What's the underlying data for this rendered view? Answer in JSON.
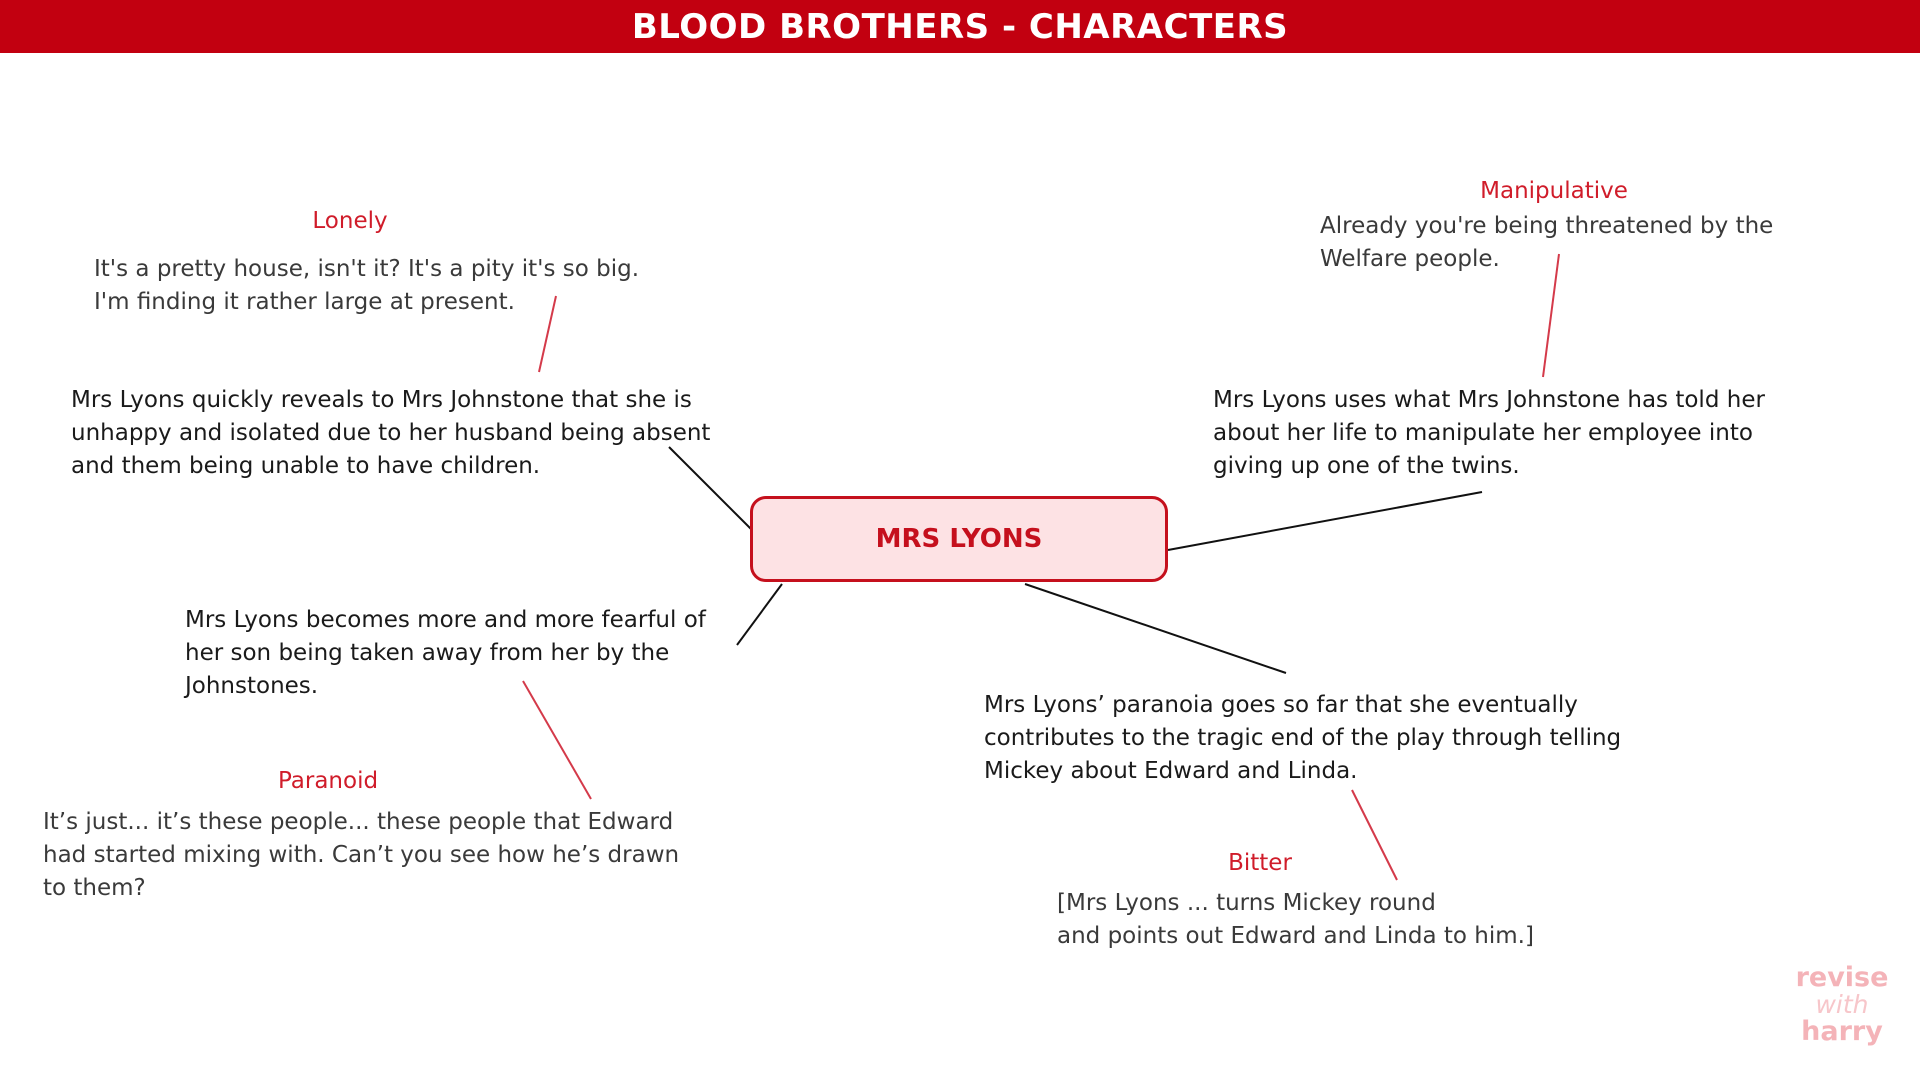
{
  "header": {
    "title": "BLOOD BROTHERS - CHARACTERS"
  },
  "center": {
    "label": "MRS LYONS"
  },
  "branches": [
    {
      "trait": "Lonely",
      "quote": "It's a pretty house, isn't it? It's a pity it's so big.\nI'm finding it rather large at present.",
      "description": "Mrs Lyons quickly reveals to Mrs Johnstone that she is unhappy and isolated due to her husband being absent and them being unable to have children."
    },
    {
      "trait": "Manipulative",
      "quote": "Already you're being threatened by the Welfare people.",
      "description": "Mrs Lyons uses what Mrs Johnstone has told her about her life to manipulate her employee into giving up one of the twins."
    },
    {
      "trait": "Paranoid",
      "quote": "It’s just... it’s these people... these people that Edward had started mixing with. Can’t you see how he’s drawn to them?",
      "description": "Mrs Lyons becomes more and more fearful of her son being taken away from her by the Johnstones."
    },
    {
      "trait": "Bitter",
      "quote": "[Mrs Lyons ... turns Mickey round\nand points out Edward and Linda to him.]",
      "description": "Mrs Lyons’ paranoia goes so far that she eventually contributes to the tragic end of the play through telling Mickey about Edward and Linda."
    }
  ],
  "watermark": {
    "line1": "revise",
    "line2": "with",
    "line3": "harry"
  },
  "colors": {
    "banner": "#c20010",
    "accent": "#c5101d",
    "node_fill": "#fde2e4",
    "trait_text": "#d01c2a",
    "quote_connector": "#d43a4a",
    "description_connector": "#111111"
  }
}
